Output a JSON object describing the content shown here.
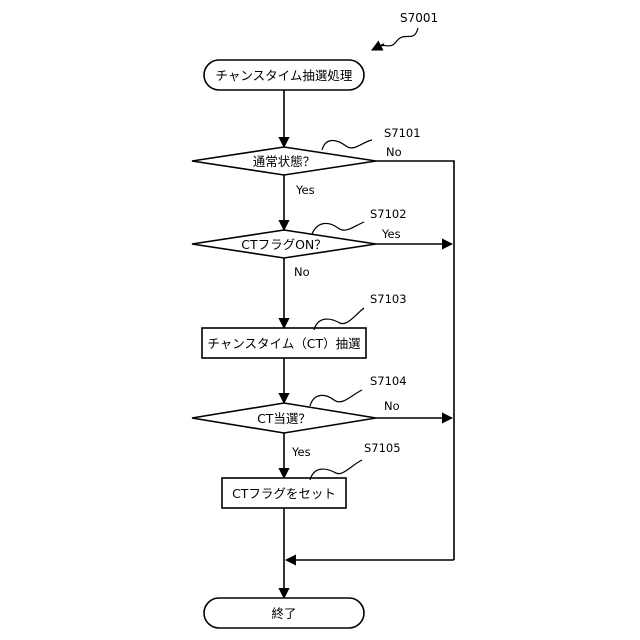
{
  "diagram": {
    "ref_main": "S7001",
    "start": {
      "label": "チャンスタイム抽選処理"
    },
    "end": {
      "label": "終了"
    },
    "steps": [
      {
        "ref": "S7101",
        "type": "decision",
        "label": "通常状態？",
        "yes": "Yes",
        "no": "No"
      },
      {
        "ref": "S7102",
        "type": "decision",
        "label": "CTフラグON？",
        "yes": "Yes",
        "no": "No"
      },
      {
        "ref": "S7103",
        "type": "process",
        "label": "チャンスタイム（CT）抽選"
      },
      {
        "ref": "S7104",
        "type": "decision",
        "label": "CT当選？",
        "yes": "Yes",
        "no": "No"
      },
      {
        "ref": "S7105",
        "type": "process",
        "label": "CTフラグをセット"
      }
    ]
  }
}
